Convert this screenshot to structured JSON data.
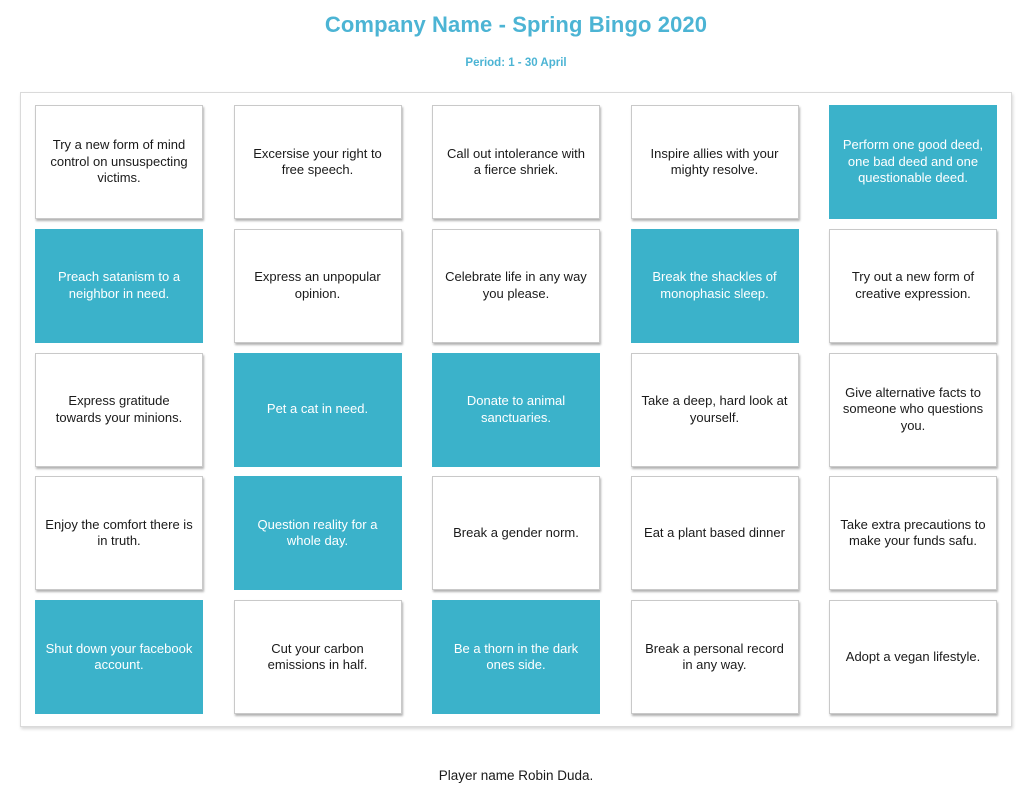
{
  "header": {
    "title": "Company Name - Spring Bingo 2020",
    "period": "Period: 1 - 30 April",
    "accent_color": "#4cb4d4"
  },
  "board": {
    "marked_color": "#3bb2ca",
    "unmarked_color": "#ffffff",
    "rows": 5,
    "columns": 5,
    "cells": [
      [
        {
          "text": "Try a new form of mind control on unsuspecting victims.",
          "marked": false
        },
        {
          "text": "Excersise your right to free speech.",
          "marked": false
        },
        {
          "text": "Call out intolerance with a fierce shriek.",
          "marked": false
        },
        {
          "text": "Inspire allies with your mighty resolve.",
          "marked": false
        },
        {
          "text": "Perform one good deed, one bad deed and one questionable deed.",
          "marked": true
        }
      ],
      [
        {
          "text": "Preach satanism to a neighbor in need.",
          "marked": true
        },
        {
          "text": "Express an unpopular opinion.",
          "marked": false
        },
        {
          "text": "Celebrate life in any way you please.",
          "marked": false
        },
        {
          "text": "Break the shackles of monophasic sleep.",
          "marked": true
        },
        {
          "text": "Try out a new form of creative expression.",
          "marked": false
        }
      ],
      [
        {
          "text": "Express gratitude towards your minions.",
          "marked": false
        },
        {
          "text": "Pet a cat in need.",
          "marked": true
        },
        {
          "text": "Donate to animal sanctuaries.",
          "marked": true
        },
        {
          "text": "Take a deep, hard look at yourself.",
          "marked": false
        },
        {
          "text": "Give alternative facts to someone who questions you.",
          "marked": false
        }
      ],
      [
        {
          "text": "Enjoy the comfort there is in truth.",
          "marked": false
        },
        {
          "text": "Question reality for a whole day.",
          "marked": true
        },
        {
          "text": "Break a gender norm.",
          "marked": false
        },
        {
          "text": "Eat a plant based dinner",
          "marked": false
        },
        {
          "text": "Take extra precautions to make your funds safu.",
          "marked": false
        }
      ],
      [
        {
          "text": "Shut down your facebook account.",
          "marked": true
        },
        {
          "text": "Cut your carbon emissions in half.",
          "marked": false
        },
        {
          "text": "Be a thorn in the dark ones side.",
          "marked": true
        },
        {
          "text": "Break a personal record in any way.",
          "marked": false
        },
        {
          "text": "Adopt a vegan lifestyle.",
          "marked": false
        }
      ]
    ]
  },
  "footer": {
    "player_name": "Player name Robin Duda."
  }
}
